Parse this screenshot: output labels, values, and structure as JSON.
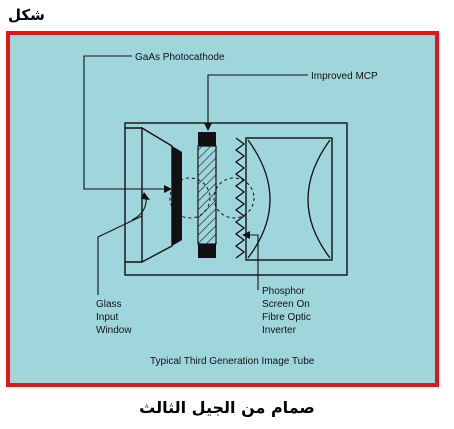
{
  "header": {
    "label": "شكل"
  },
  "diagram": {
    "labels": {
      "photocathode": "GaAs Photocathode",
      "mcp": "Improved MCP",
      "glass_line1": "Glass",
      "glass_line2": "Input",
      "glass_line3": "Window",
      "phosphor_line1": "Phosphor",
      "phosphor_line2": "Screen On",
      "phosphor_line3": "Fibre Optic",
      "phosphor_line4": "Inverter",
      "title": "Typical Third Generation Image Tube"
    }
  },
  "caption": {
    "text": "صمام من الجيل الثالث"
  },
  "colors": {
    "border": "#e01717",
    "panel": "#9fd6dc",
    "ink": "#111111"
  }
}
